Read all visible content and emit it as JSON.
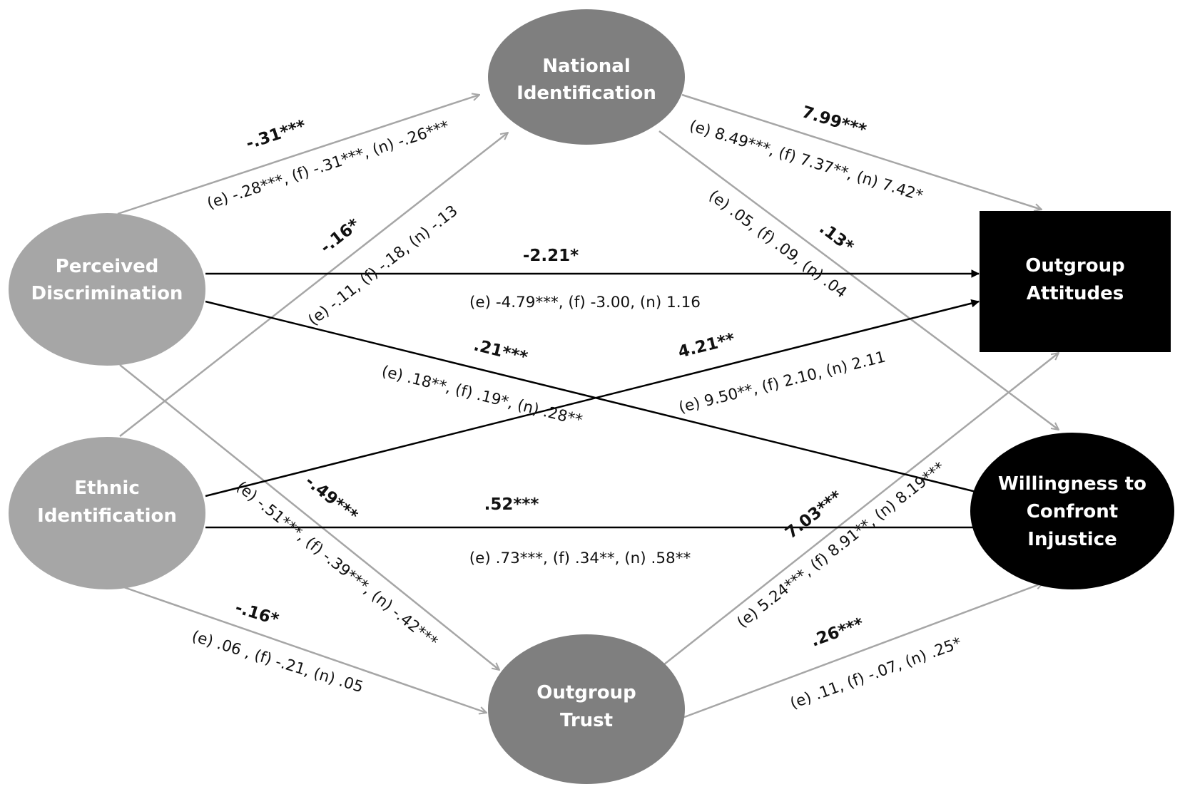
{
  "nodes": {
    "perceived_discrimination": {
      "line1": "Perceived",
      "line2": "Discrimination"
    },
    "ethnic_identification": {
      "line1": "Ethnic",
      "line2": "Identification"
    },
    "national_identification": {
      "line1": "National",
      "line2": "Identification"
    },
    "outgroup_trust": {
      "line1": "Outgroup",
      "line2": "Trust"
    },
    "outgroup_attitudes": {
      "line1": "Outgroup",
      "line2": "Attitudes"
    },
    "willingness": {
      "line1": "Willingness to",
      "line2": "Confront",
      "line3": "Injustice"
    }
  },
  "paths": {
    "pd_ni": {
      "main": "-.31***",
      "sub": "(e) -.28***, (f) -.31***, (n) -.26***"
    },
    "ei_ni": {
      "main": "-.16*",
      "sub": "(e) -.11, (f) -.18, (n) -.13"
    },
    "ni_oa": {
      "main": "7.99***",
      "sub": "(e) 8.49***, (f) 7.37**, (n) 7.42*"
    },
    "ni_wc": {
      "main": ".13*",
      "sub": "(e) .05, (f) .09, (n) .04"
    },
    "pd_oa": {
      "main": "-2.21*",
      "sub": "(e) -4.79***, (f) -3.00, (n) 1.16"
    },
    "pd_wc": {
      "main": ".21***",
      "sub": "(e) .18**, (f) .19*, (n) .28**"
    },
    "ei_oa": {
      "main": "4.21**",
      "sub": "(e) 9.50**, (f) 2.10, (n) 2.11"
    },
    "ei_wc": {
      "main": ".52***",
      "sub": "(e) .73***, (f) .34**, (n) .58**"
    },
    "pd_ot": {
      "main": "-.49***",
      "sub": "(e) -.51***, (f) -.39***, (n) -.42***"
    },
    "ei_ot": {
      "main": "-.16*",
      "sub": "(e) .06 , (f) -.21, (n) .05"
    },
    "ot_oa": {
      "main": "7.03***",
      "sub": "(e) 5.24***, (f) 8.91**, (n) 8.19***"
    },
    "ot_wc": {
      "main": ".26***",
      "sub": "(e) .11, (f) -.07, (n) .25*"
    }
  },
  "colors": {
    "predictor": "#a6a6a6",
    "mediator": "#7f7f7f",
    "outcome": "#000000",
    "gray_arrow": "#a6a6a6",
    "black_arrow": "#000000"
  }
}
